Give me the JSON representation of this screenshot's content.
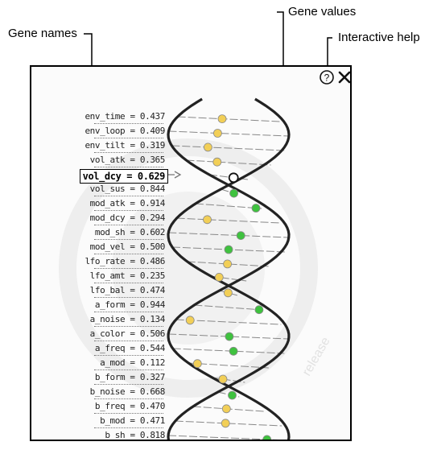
{
  "callouts": {
    "gene_names": "Gene names",
    "gene_values": "Gene values",
    "interactive_help": "Interactive help"
  },
  "header": {
    "help_icon": "question-circle-icon",
    "close_icon": "close-icon"
  },
  "background_labels": [
    "release"
  ],
  "genes": [
    {
      "label": "env_time = 0.437",
      "value": 0.437
    },
    {
      "label": "env_loop = 0.409",
      "value": 0.409
    },
    {
      "label": "env_tilt = 0.319",
      "value": 0.319
    },
    {
      "label": "vol_atk = 0.365",
      "value": 0.365
    },
    {
      "label": "vol_dcy = 0.629",
      "value": 0.629,
      "selected": true
    },
    {
      "label": "vol_sus = 0.844",
      "value": 0.844
    },
    {
      "label": "mod_atk = 0.914",
      "value": 0.914
    },
    {
      "label": "mod_dcy = 0.294",
      "value": 0.294
    },
    {
      "label": "mod_sh = 0.602",
      "value": 0.602
    },
    {
      "label": "mod_vel = 0.500",
      "value": 0.5
    },
    {
      "label": "lfo_rate = 0.486",
      "value": 0.486
    },
    {
      "label": "lfo_amt = 0.235",
      "value": 0.235
    },
    {
      "label": "lfo_bal = 0.474",
      "value": 0.474
    },
    {
      "label": "a_form = 0.944",
      "value": 0.944
    },
    {
      "label": "a_noise = 0.134",
      "value": 0.134
    },
    {
      "label": "a_color = 0.506",
      "value": 0.506
    },
    {
      "label": "a_freq = 0.544",
      "value": 0.544
    },
    {
      "label": "a_mod = 0.112",
      "value": 0.112
    },
    {
      "label": "b_form = 0.327",
      "value": 0.327
    },
    {
      "label": "b_noise = 0.668",
      "value": 0.668
    },
    {
      "label": "b_freq = 0.470",
      "value": 0.47
    },
    {
      "label": "b_mod = 0.471",
      "value": 0.471
    },
    {
      "label": "b_sh = 0.818",
      "value": 0.818
    }
  ],
  "colors": {
    "dot_green": "#3fc23f",
    "dot_yellow": "#f2cf57",
    "dot_selected": "#ffffff",
    "strand": "#222222"
  }
}
